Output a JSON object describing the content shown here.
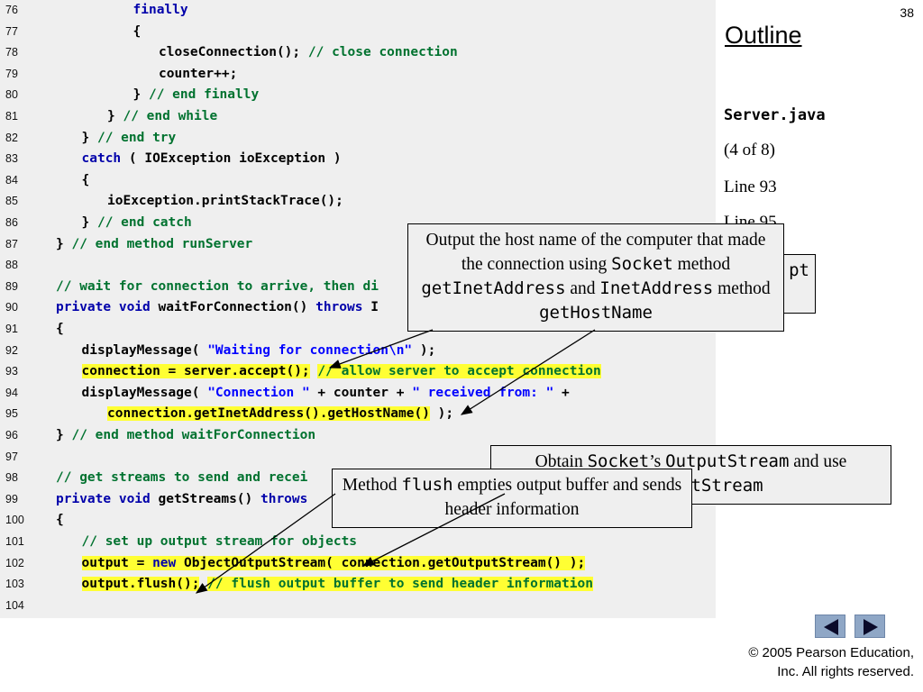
{
  "slide": {
    "number": "38",
    "outline_title": "Outline",
    "file_name": "Server.java",
    "side_notes": [
      "(4 of 8)",
      "Line 93",
      "Line 95"
    ],
    "copyright_lines": [
      "© 2005 Pearson Education,",
      "Inc. All rights reserved."
    ]
  },
  "code_lines": [
    {
      "n": "76",
      "indent": 3,
      "parts": [
        {
          "t": "finally",
          "c": "kw"
        }
      ]
    },
    {
      "n": "77",
      "indent": 3,
      "parts": [
        {
          "t": "{"
        }
      ]
    },
    {
      "n": "78",
      "indent": 4,
      "parts": [
        {
          "t": "closeConnection(); "
        },
        {
          "t": "// close connection",
          "c": "cm"
        }
      ]
    },
    {
      "n": "79",
      "indent": 4,
      "parts": [
        {
          "t": "counter++;"
        }
      ]
    },
    {
      "n": "80",
      "indent": 3,
      "parts": [
        {
          "t": "} "
        },
        {
          "t": "// end finally",
          "c": "cm"
        }
      ]
    },
    {
      "n": "81",
      "indent": 2,
      "parts": [
        {
          "t": "} "
        },
        {
          "t": "// end while",
          "c": "cm"
        }
      ]
    },
    {
      "n": "82",
      "indent": 1,
      "parts": [
        {
          "t": "} "
        },
        {
          "t": "// end try",
          "c": "cm"
        }
      ]
    },
    {
      "n": "83",
      "indent": 1,
      "parts": [
        {
          "t": "catch",
          "c": "kw"
        },
        {
          "t": " ( IOException ioException )"
        }
      ]
    },
    {
      "n": "84",
      "indent": 1,
      "parts": [
        {
          "t": "{"
        }
      ]
    },
    {
      "n": "85",
      "indent": 2,
      "parts": [
        {
          "t": "ioException.printStackTrace();"
        }
      ]
    },
    {
      "n": "86",
      "indent": 1,
      "parts": [
        {
          "t": "} "
        },
        {
          "t": "// end catch",
          "c": "cm"
        }
      ]
    },
    {
      "n": "87",
      "indent": 0,
      "parts": [
        {
          "t": "} "
        },
        {
          "t": "// end method runServer",
          "c": "cm"
        }
      ]
    },
    {
      "n": "88",
      "indent": 0,
      "parts": []
    },
    {
      "n": "89",
      "indent": 0,
      "parts": [
        {
          "t": "// wait for connection to arrive, then di",
          "c": "cm"
        }
      ]
    },
    {
      "n": "90",
      "indent": 0,
      "parts": [
        {
          "t": "private",
          "c": "kw"
        },
        {
          "t": " "
        },
        {
          "t": "void",
          "c": "kw"
        },
        {
          "t": " waitForConnection() "
        },
        {
          "t": "throws",
          "c": "kw"
        },
        {
          "t": " I"
        }
      ]
    },
    {
      "n": "91",
      "indent": 0,
      "parts": [
        {
          "t": "{"
        }
      ]
    },
    {
      "n": "92",
      "indent": 1,
      "parts": [
        {
          "t": "displayMessage( "
        },
        {
          "t": "\"Waiting for connection\\n\"",
          "c": "st"
        },
        {
          "t": " );"
        }
      ]
    },
    {
      "n": "93",
      "indent": 1,
      "parts": [
        {
          "t": "connection = server.accept();",
          "c": "hl"
        },
        {
          "t": " "
        },
        {
          "t": "// allow server to accept connection",
          "c": "cm hl"
        }
      ]
    },
    {
      "n": "94",
      "indent": 1,
      "parts": [
        {
          "t": "displayMessage( "
        },
        {
          "t": "\"Connection \"",
          "c": "st"
        },
        {
          "t": " + counter + "
        },
        {
          "t": "\" received from: \"",
          "c": "st"
        },
        {
          "t": " +"
        }
      ]
    },
    {
      "n": "95",
      "indent": 2,
      "parts": [
        {
          "t": "connection.getInetAddress().getHostName()",
          "c": "hl"
        },
        {
          "t": " );"
        }
      ]
    },
    {
      "n": "96",
      "indent": 0,
      "parts": [
        {
          "t": "} "
        },
        {
          "t": "// end method waitForConnection",
          "c": "cm"
        }
      ]
    },
    {
      "n": "97",
      "indent": 0,
      "parts": []
    },
    {
      "n": "98",
      "indent": 0,
      "parts": [
        {
          "t": "// get streams to send and recei",
          "c": "cm"
        }
      ]
    },
    {
      "n": "99",
      "indent": 0,
      "parts": [
        {
          "t": "private",
          "c": "kw"
        },
        {
          "t": " "
        },
        {
          "t": "void",
          "c": "kw"
        },
        {
          "t": " getStreams() "
        },
        {
          "t": "throws",
          "c": "kw"
        }
      ]
    },
    {
      "n": "100",
      "indent": 0,
      "parts": [
        {
          "t": "{"
        }
      ]
    },
    {
      "n": "101",
      "indent": 1,
      "parts": [
        {
          "t": "// set up output stream for objects",
          "c": "cm"
        }
      ]
    },
    {
      "n": "102",
      "indent": 1,
      "parts": [
        {
          "t": "output = ",
          "c": "hl"
        },
        {
          "t": "new",
          "c": "kw hl"
        },
        {
          "t": " ObjectOutputStream( connection.getOutputStream() );",
          "c": "hl"
        }
      ]
    },
    {
      "n": "103",
      "indent": 1,
      "parts": [
        {
          "t": "output.flush();",
          "c": "hl"
        },
        {
          "t": " "
        },
        {
          "t": "// flush output buffer to send header information",
          "c": "cm hl"
        }
      ]
    },
    {
      "n": "104",
      "indent": 0,
      "parts": []
    }
  ],
  "callouts": {
    "host_name": {
      "parts": [
        {
          "t": "Output the host name of the computer that made the connection using "
        },
        {
          "t": "Socket",
          "mono": true
        },
        {
          "t": " method "
        },
        {
          "t": "getInetAddress",
          "mono": true
        },
        {
          "t": " and "
        },
        {
          "t": "InetAddress",
          "mono": true
        },
        {
          "t": " method "
        },
        {
          "t": "getHostName",
          "mono": true
        }
      ]
    },
    "accept_hidden": {
      "parts": [
        {
          "t": "pt",
          "mono": true
        }
      ]
    },
    "output_stream": {
      "parts": [
        {
          "t": "Obtain "
        },
        {
          "t": "Socket",
          "mono": true
        },
        {
          "t": "’s "
        },
        {
          "t": "OutputStream",
          "mono": true
        },
        {
          "t": " and use "
        },
        {
          "t": "ctOutputStream",
          "mono": true
        }
      ]
    },
    "flush": {
      "parts": [
        {
          "t": "Method "
        },
        {
          "t": "flush",
          "mono": true
        },
        {
          "t": " empties output buffer and sends header information"
        }
      ]
    }
  }
}
